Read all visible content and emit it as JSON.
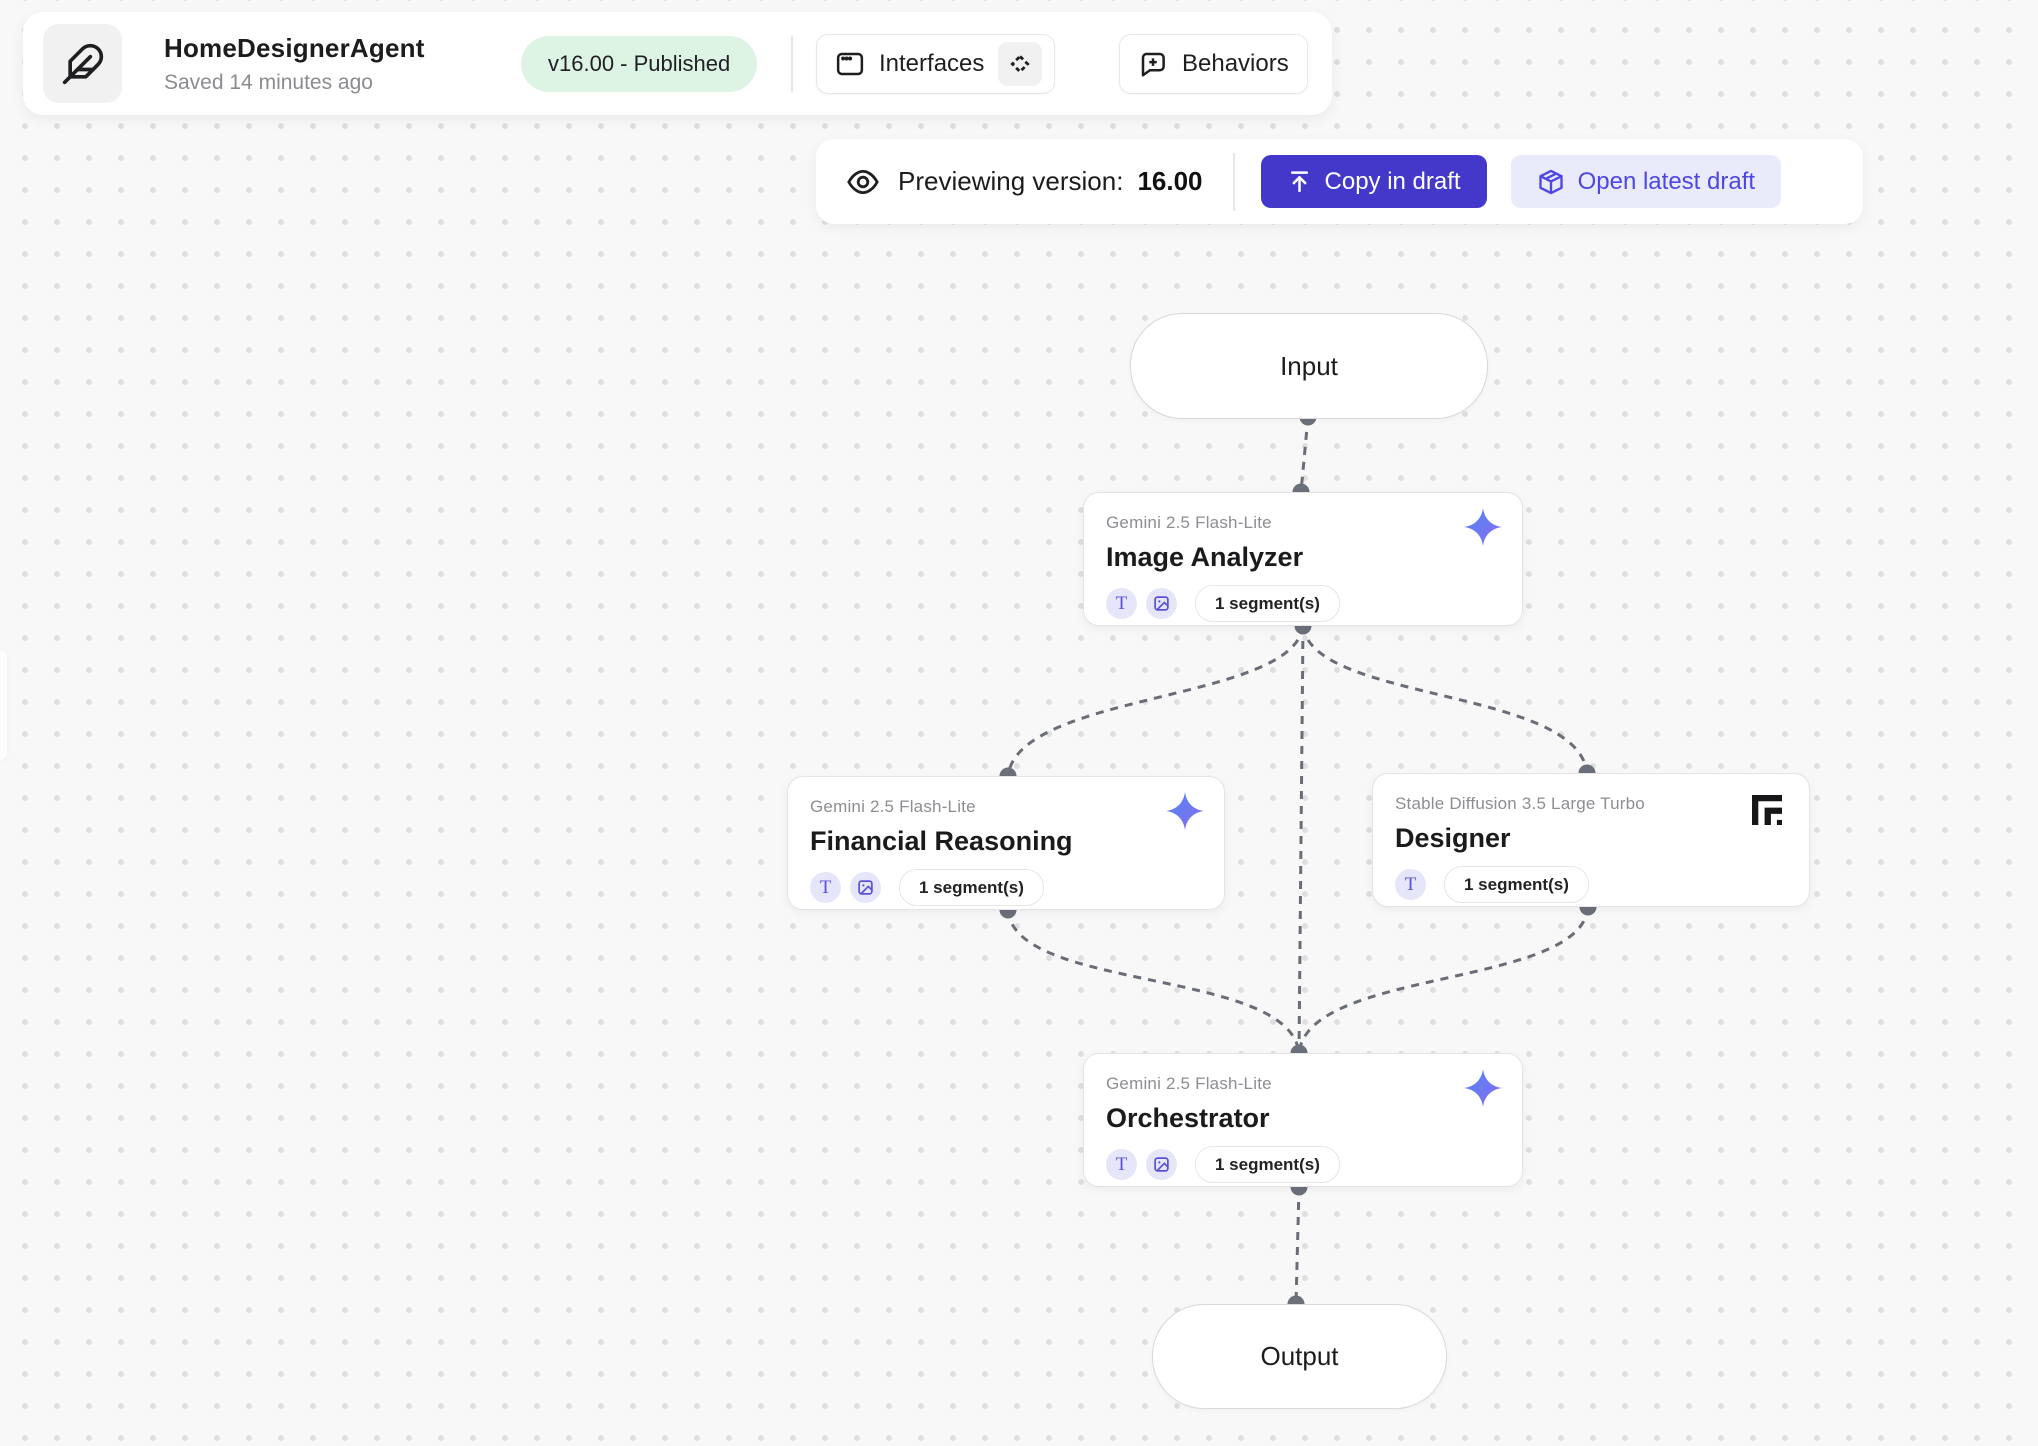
{
  "header": {
    "title": "HomeDesignerAgent",
    "saved": "Saved 14 minutes ago",
    "version_badge": "v16.00 - Published",
    "buttons": {
      "interfaces": "Interfaces",
      "behaviors": "Behaviors"
    }
  },
  "preview_bar": {
    "label": "Previewing version:",
    "version": "16.00",
    "copy_in_draft": "Copy in draft",
    "open_latest_draft": "Open latest draft"
  },
  "canvas": {
    "terminals": {
      "input": "Input",
      "output": "Output"
    },
    "nodes": [
      {
        "model": "Gemini 2.5 Flash-Lite",
        "title": "Image Analyzer",
        "segments": "1 segment(s)",
        "provider_icon": "gemini-sparkle-icon",
        "text_chip": "T",
        "image_chip": "image-icon"
      },
      {
        "model": "Gemini 2.5 Flash-Lite",
        "title": "Financial Reasoning",
        "segments": "1 segment(s)",
        "provider_icon": "gemini-sparkle-icon",
        "text_chip": "T",
        "image_chip": "image-icon"
      },
      {
        "model": "Stable Diffusion 3.5 Large Turbo",
        "title": "Designer",
        "segments": "1 segment(s)",
        "provider_icon": "stability-icon",
        "text_chip": "T",
        "image_chip": null
      },
      {
        "model": "Gemini 2.5 Flash-Lite",
        "title": "Orchestrator",
        "segments": "1 segment(s)",
        "provider_icon": "gemini-sparkle-icon",
        "text_chip": "T",
        "image_chip": "image-icon"
      }
    ]
  },
  "icons": {
    "app": "feather-icon",
    "interfaces": "app-window-icon",
    "interfaces_extra": "diamond-route-icon",
    "behaviors": "message-plus-icon",
    "preview": "eye-icon",
    "copy": "upload-arrow-icon",
    "open": "package-icon"
  },
  "colors": {
    "accent_indigo": "#4438ca",
    "accent_indigo_soft": "#e9ebfa",
    "badge_green": "#ddf3e4",
    "edge_gray": "#696d76",
    "chip_lavender": "#e6e6fb",
    "gemini_gradient": [
      "#4e86f0",
      "#8b6cf0"
    ]
  }
}
